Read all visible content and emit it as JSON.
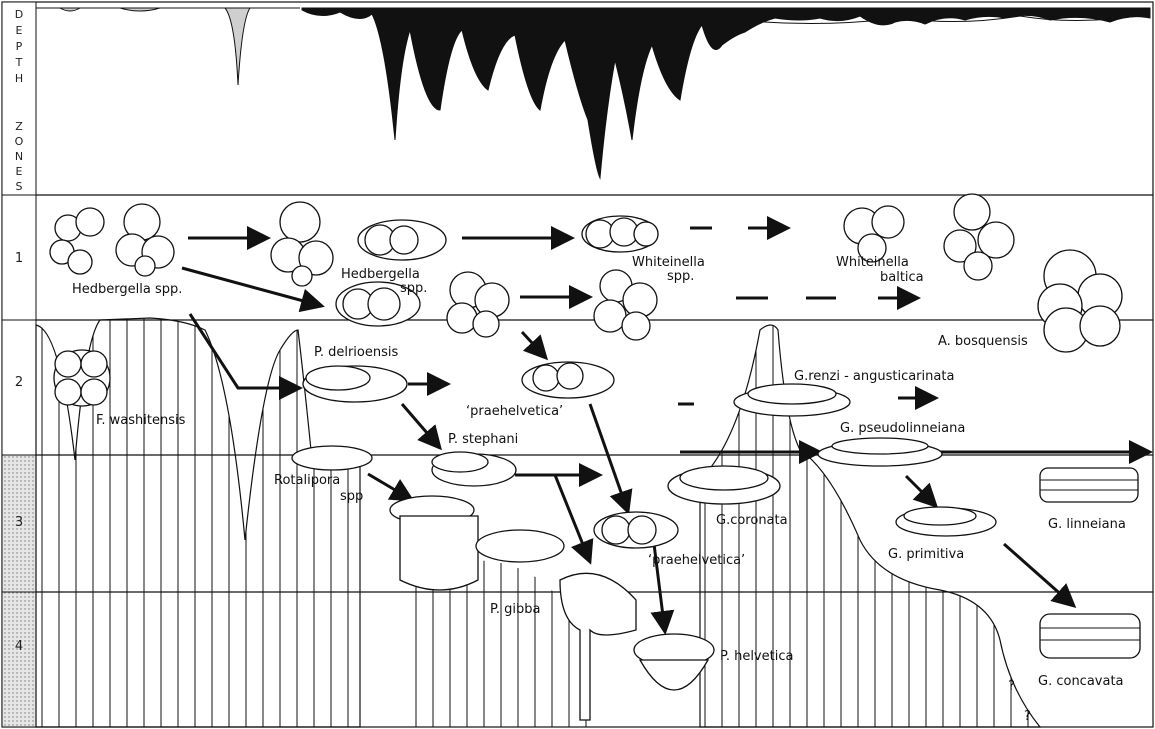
{
  "depth_axis_letters": [
    "D",
    "E",
    "P",
    "T",
    "H",
    "Z",
    "O",
    "N",
    "E",
    "S"
  ],
  "zone_numbers": [
    "1",
    "2",
    "3",
    "4"
  ],
  "taxa": {
    "hedbergella_spp_left": "Hedbergella spp.",
    "hedbergella_spp_mid": "Hedbergella",
    "hedbergella_spp_mid_suffix": "spp.",
    "whiteinella_spp": "Whiteinella",
    "whiteinella_spp_suffix": "spp.",
    "whiteinella_baltica": "Whiteinella",
    "whiteinella_baltica_suffix": "baltica",
    "a_bosquensis": "A. bosquensis",
    "f_washitensis": "F. washitensis",
    "p_delrioensis": "P. delrioensis",
    "praehelvetica_upper": "‘praehelvetica’",
    "g_renzi": "G.renzi  -  angusticarinata",
    "p_stephani": "P. stephani",
    "g_pseudolinneiana": "G. pseudolinneiana",
    "rotalipora": "Rotalipora",
    "rotalipora_suffix": "spp",
    "g_coronata": "G.coronata",
    "g_linneiana": "G. linneiana",
    "praehelvetica_lower": "‘praehelvetica’",
    "g_primitiva": "G. primitiva",
    "p_gibba": "P. gibba",
    "p_helvetica": "P. helvetica",
    "g_concavata": "G. concavata",
    "question_1": "?",
    "question_2": "?"
  },
  "colors": {
    "ink": "#111111",
    "paper": "#ffffff",
    "stipple": "#d9d9d9"
  }
}
